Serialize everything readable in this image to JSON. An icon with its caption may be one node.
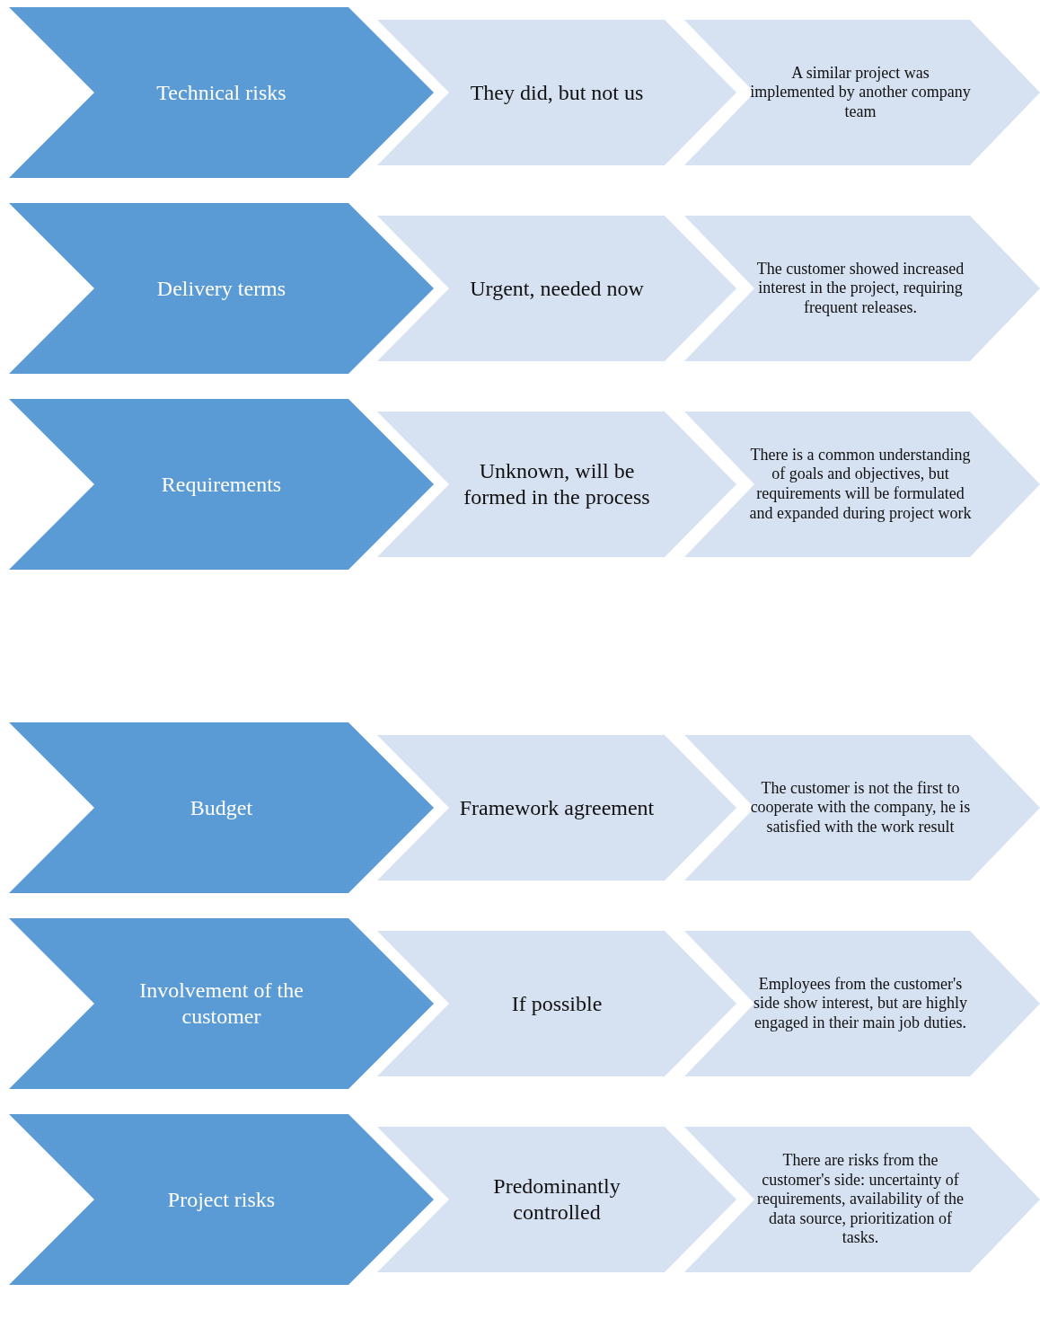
{
  "diagram": {
    "nodes": [
      {
        "text": [
          "Technical risks"
        ]
      },
      {
        "text": [
          "They did, but not us"
        ]
      },
      {
        "text": [
          "A similar project was implemented by another company team"
        ]
      },
      {
        "text": [
          "Delivery terms"
        ]
      },
      {
        "text": [
          "Urgent, needed now"
        ]
      },
      {
        "text": [
          "The customer showed increased interest in the project, requiring frequent releases."
        ]
      },
      {
        "text": [
          "Requirements"
        ]
      },
      {
        "text": [
          "Unknown, will be formed in the process"
        ]
      },
      {
        "text": [
          "There is a common understanding of goals and objectives, but requirements will be formulated and expanded during project work"
        ]
      },
      {
        "text": [
          "Budget"
        ]
      },
      {
        "text": [
          "Framework agreement"
        ]
      },
      {
        "text": [
          "The customer is not the first to cooperate with the company, he is satisfied with the work result"
        ]
      },
      {
        "text": [
          "Involvement of the customer"
        ]
      },
      {
        "text": [
          "If possible"
        ]
      },
      {
        "text": [
          "Employees from the customer's side show interest, but are highly engaged in their main job duties."
        ]
      },
      {
        "text": [
          "Project risks"
        ]
      },
      {
        "text": [
          "Predominantly controlled"
        ]
      },
      {
        "text": [
          "There are risks from the customer's side: uncertainty of requirements, availability of the data source, prioritization of tasks."
        ]
      }
    ]
  }
}
